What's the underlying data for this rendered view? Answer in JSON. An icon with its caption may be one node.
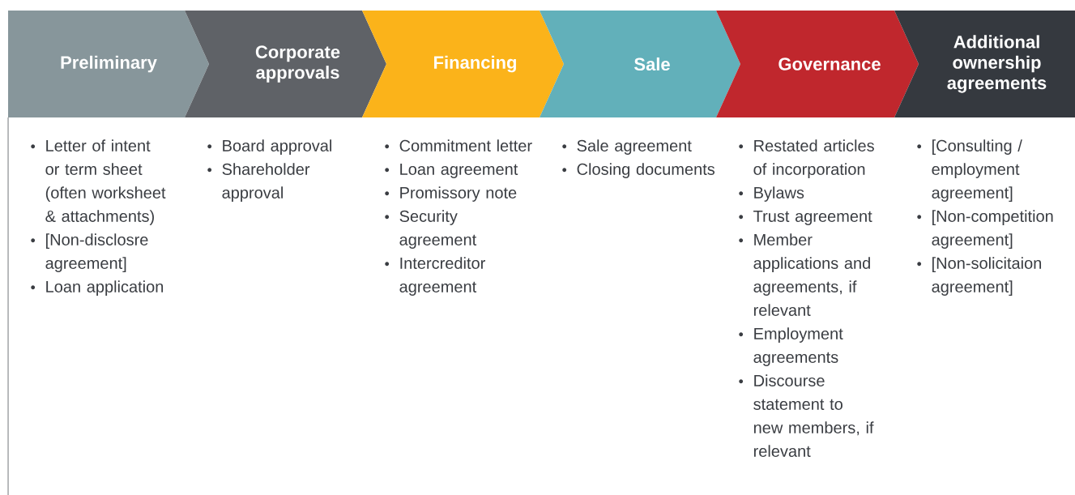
{
  "diagram": {
    "nodes": [
      {
        "text": [
          "Preliminary"
        ],
        "beside": [
          "Letter of intent or term sheet (often worksheet & attachments)",
          "[Non-disclosre agreement]",
          "Loan application"
        ]
      },
      {
        "text": [
          "Corporate approvals"
        ],
        "beside": [
          "Board approval",
          "Shareholder approval"
        ]
      },
      {
        "text": [
          "Financing"
        ],
        "beside": [
          "Commitment letter",
          "Loan agreement",
          "Promissory note",
          "Security agreement",
          "Intercreditor agreement"
        ]
      },
      {
        "text": [
          "Sale"
        ],
        "beside": [
          "Sale agreement",
          "Closing documents"
        ]
      },
      {
        "text": [
          "Governance"
        ],
        "beside": [
          "Restated articles of incorporation",
          "Bylaws",
          "Trust agreement",
          "Member applications and agreements, if relevant",
          "Employment agreements",
          "Discourse statement to new members, if relevant"
        ]
      },
      {
        "text": [
          "Additional ownership agreements"
        ],
        "beside": [
          "[Consulting / employment agreement]",
          "[Non-competition agreement]",
          "[Non-solicitaion agreement]"
        ]
      }
    ]
  }
}
